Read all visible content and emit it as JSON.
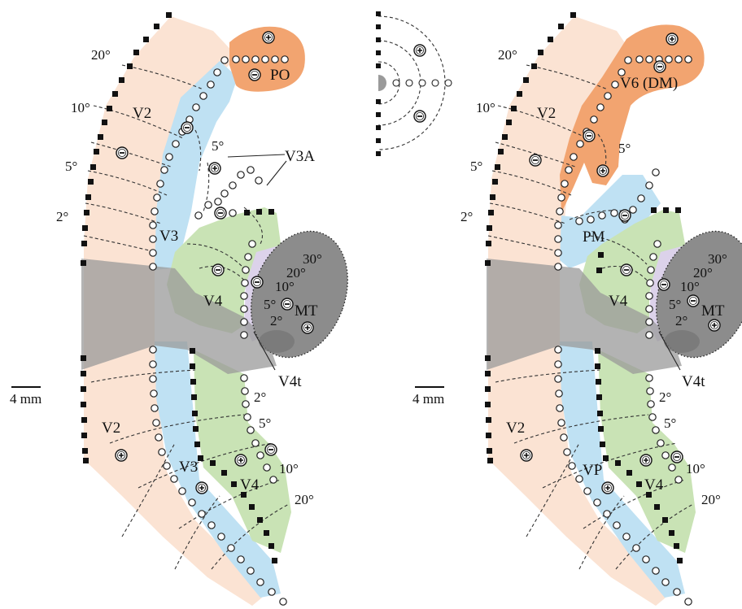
{
  "colors": {
    "v2": "#fbe3d3",
    "v3": "#bfe1f3",
    "po": "#f2a470",
    "v4": "#c9e3b5",
    "v4t": "#dcd2ea",
    "mt": "#8c8c8c",
    "gray_band": "#9a9a9a"
  },
  "scale_bar": {
    "label": "4 mm"
  },
  "left_panel": {
    "labels": {
      "v2_upper": "V2",
      "v2_lower": "V2",
      "v3_upper": "V3",
      "v3_lower": "V3",
      "po": "PO",
      "v3a": "V3A",
      "v4_upper": "V4",
      "v4_lower": "V4",
      "mt": "MT",
      "v4t": "V4t"
    },
    "eccentricity": {
      "ecc_20": "20°",
      "ecc_10": "10°",
      "ecc_5": "5°",
      "ecc_2": "2°",
      "v3a_5": "5°",
      "mt_30": "30°",
      "mt_20": "20°",
      "mt_10": "10°",
      "mt_5": "5°",
      "mt_2": "2°",
      "low_2": "2°",
      "low_5": "5°",
      "low_10": "10°",
      "low_20": "20°"
    }
  },
  "right_panel": {
    "labels": {
      "v2_upper": "V2",
      "v2_lower": "V2",
      "v6": "V6 (DM)",
      "pm": "PM",
      "v4_upper": "V4",
      "v4_lower": "V4",
      "vp": "VP",
      "mt": "MT",
      "v4t": "V4t"
    },
    "eccentricity": {
      "ecc_20": "20°",
      "ecc_10": "10°",
      "ecc_5": "5°",
      "ecc_2": "2°",
      "v6_5": "5°",
      "mt_30": "30°",
      "mt_20": "20°",
      "mt_10": "10°",
      "mt_5": "5°",
      "mt_2": "2°",
      "low_2": "2°",
      "low_5": "5°",
      "low_10": "10°",
      "low_20": "20°"
    }
  }
}
